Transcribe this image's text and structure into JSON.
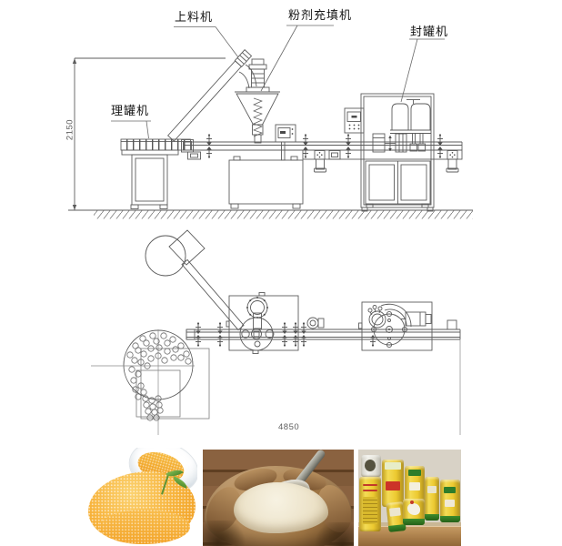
{
  "diagram": {
    "labels": {
      "feeder": "上料机",
      "filler": "粉剂充填机",
      "sealer": "封罐机",
      "unscrambler": "理罐机"
    },
    "dimensions": {
      "height": "2150",
      "length": "4850"
    }
  },
  "colors": {
    "line": "#5c5c5c",
    "label_text": "#151515",
    "dimension_text": "#5e5e5e",
    "corn_yellow": "#f5a623",
    "flour_cream": "#efe7d4",
    "burlap_brown": "#9c7347",
    "wood_brown": "#7f5a39",
    "can_yellow": "#ecc930",
    "can_green": "#2f7d2a"
  }
}
